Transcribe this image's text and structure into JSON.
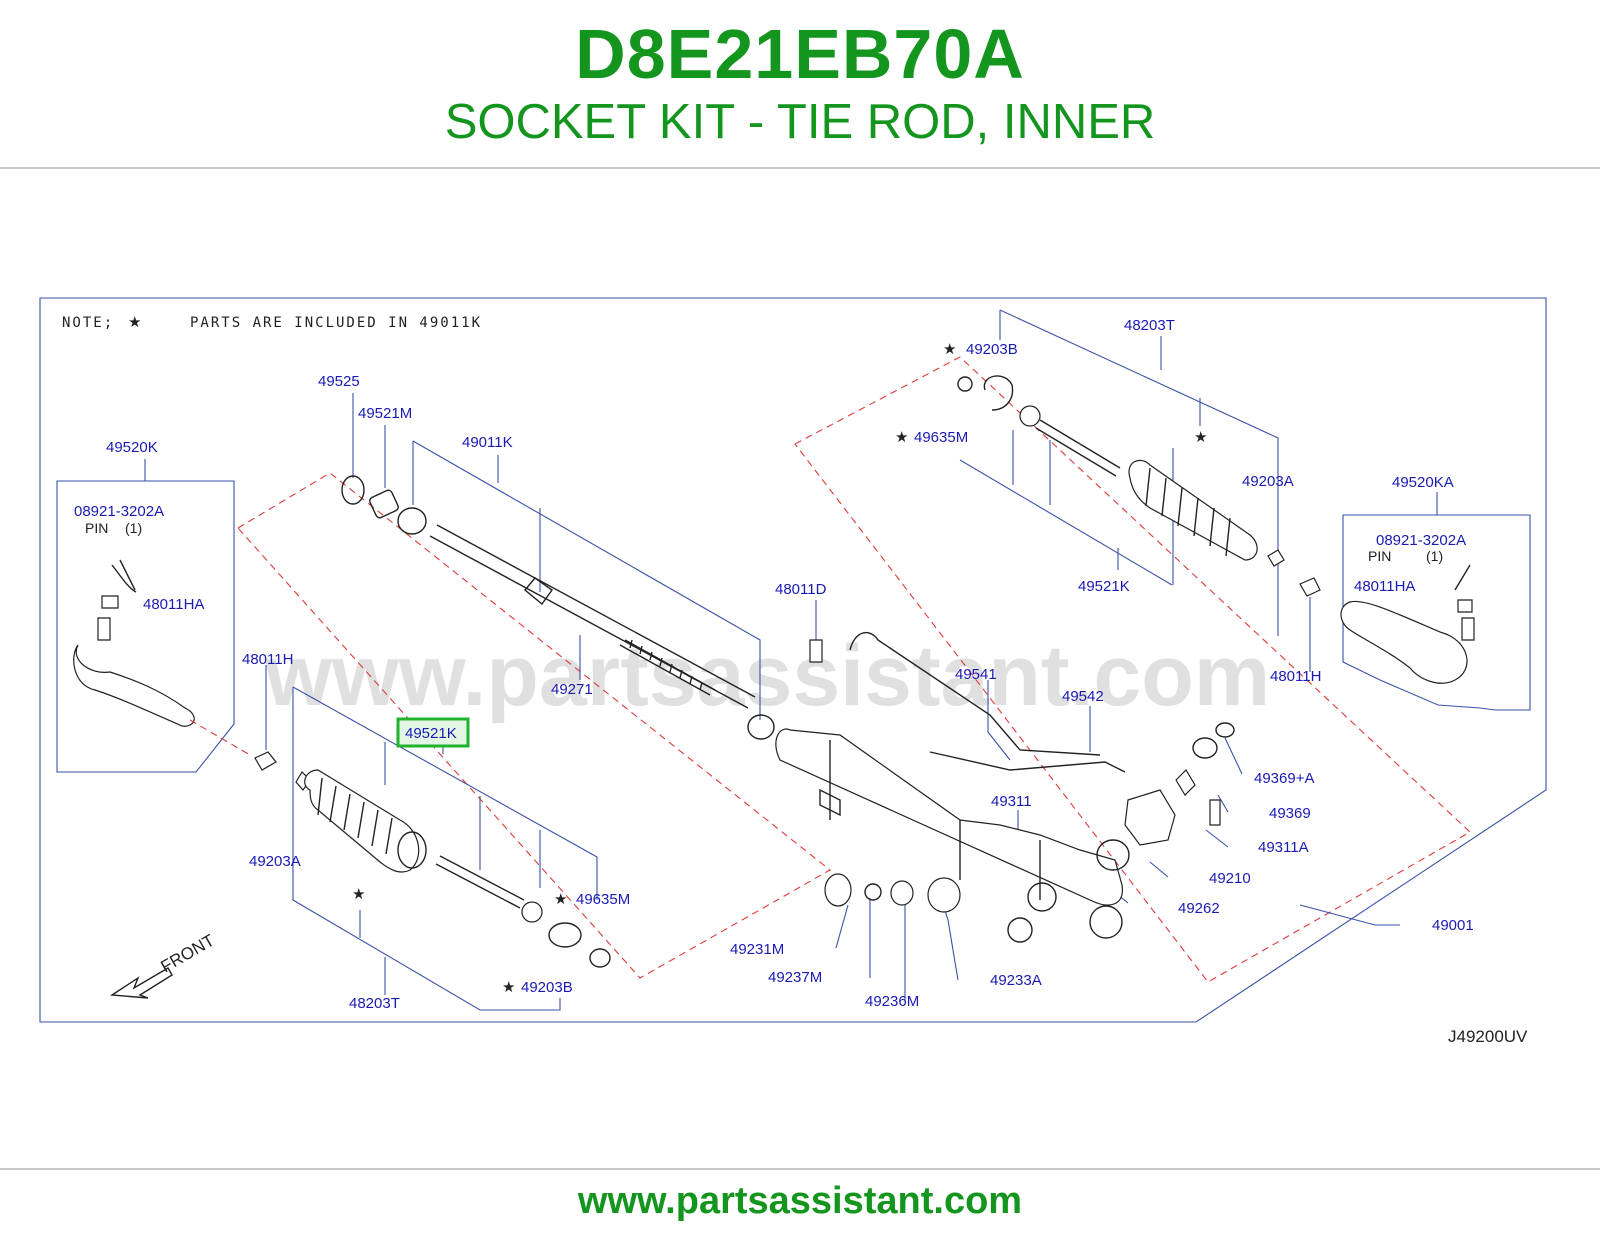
{
  "header": {
    "part_number": "D8E21EB70A",
    "part_title": "SOCKET KIT - TIE ROD, INNER"
  },
  "diagram": {
    "note_prefix": "NOTE;",
    "note_text": "PARTS ARE INCLUDED IN 49011K",
    "watermark": "www.partsassistant.com",
    "diagram_code": "J49200UV",
    "front_label": "FRONT",
    "pin_label": "PIN",
    "pin_qty": "(1)",
    "star_symbol": "★",
    "highlight_color": "#1fb42c",
    "callout_color": "#1a1ab4",
    "highlighted_part": "49521K",
    "callouts": {
      "c49525": "49525",
      "c49521M": "49521M",
      "c49011K": "49011K",
      "c49520K": "49520K",
      "c08921_left": "08921-3202A",
      "c48011HA_left": "48011HA",
      "c48011H_left": "48011H",
      "c49271": "49271",
      "c49521K_left": "49521K",
      "c49203A_left": "49203A",
      "c49635M_left": "49635M",
      "c49203B_left": "49203B",
      "c48203T_left": "48203T",
      "c48011D": "48011D",
      "c49541": "49541",
      "c49542": "49542",
      "c49311": "49311",
      "c49231M": "49231M",
      "c49237M": "49237M",
      "c49236M": "49236M",
      "c49233A": "49233A",
      "c49262": "49262",
      "c49210": "49210",
      "c49311A": "49311A",
      "c49369": "49369",
      "c49369A": "49369+A",
      "c49001": "49001",
      "c48203T_right": "48203T",
      "c49203B_right": "49203B",
      "c49635M_right": "49635M",
      "c49203A_right": "49203A",
      "c49521K_right": "49521K",
      "c49520KA": "49520KA",
      "c08921_right": "08921-3202A",
      "c48011HA_right": "48011HA",
      "c48011H_right": "48011H"
    }
  },
  "footer": {
    "url": "www.partsassistant.com"
  }
}
